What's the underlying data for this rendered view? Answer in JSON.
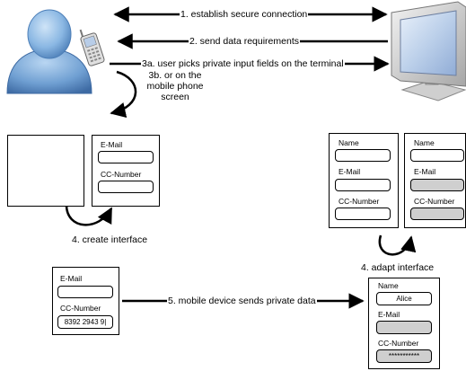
{
  "steps": {
    "s1": "1. establish secure connection",
    "s2": "2. send data requirements",
    "s3a": "3a. user picks private input fields on the terminal",
    "s3b": "3b. or on the mobile phone screen",
    "s4_create": "4. create interface",
    "s4_adapt": "4. adapt interface",
    "s5": "5. mobile device sends private data"
  },
  "fields": {
    "email": "E-Mail",
    "cc": "CC-Number",
    "name": "Name"
  },
  "values": {
    "phone_cc": "8392 2943 9|",
    "terminal_name": "Alice",
    "terminal_cc": "***********"
  },
  "icons": [
    "user-icon",
    "mobile-phone-icon",
    "monitor-icon"
  ]
}
